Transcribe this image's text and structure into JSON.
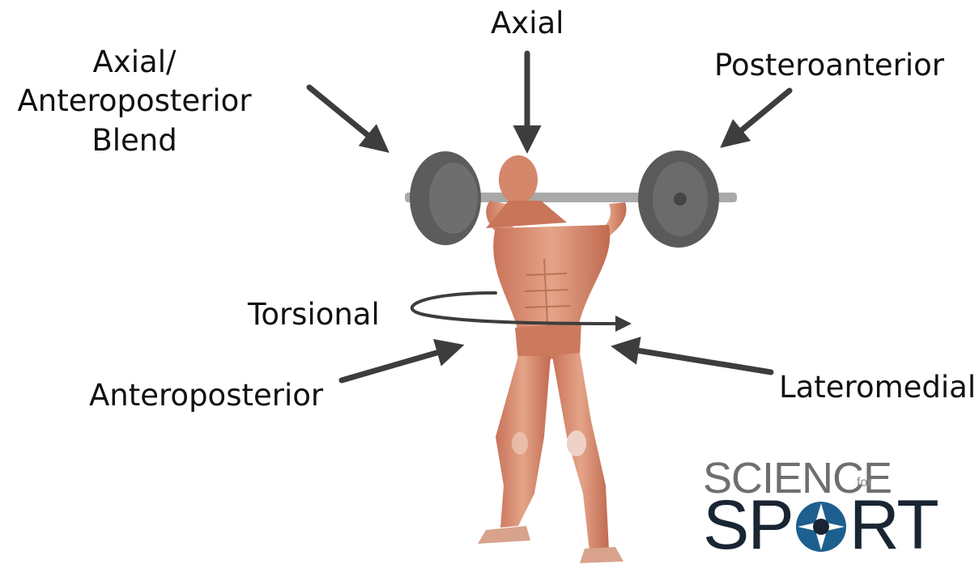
{
  "labels": {
    "axial": "Axial",
    "axial_ap_blend_line1": "Axial/",
    "axial_ap_blend_line2": "Anteroposterior",
    "axial_ap_blend_line3": "Blend",
    "posteroanterior": "Posteroanterior",
    "torsional": "Torsional",
    "anteroposterior": "Anteroposterior",
    "lateromedial": "Lateromedial"
  },
  "logo": {
    "top": "SCIENCE",
    "for": "for",
    "bottom_left": "SP",
    "bottom_right": "RT"
  },
  "colors": {
    "arrow": "#3d3d3d",
    "skin": "#d98f70",
    "muscle_dark": "#b8624a",
    "plate": "#5a5a5a",
    "bar": "#a7a7a7",
    "logo_blue": "#1d5f8f"
  },
  "figure": {
    "description_icon": "anatomical-muscle-figure-with-barbell"
  }
}
